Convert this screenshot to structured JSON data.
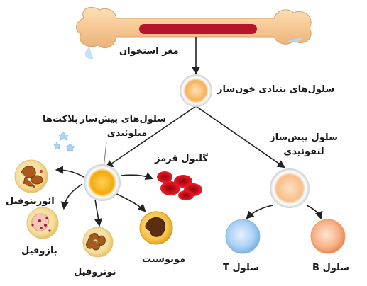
{
  "labels": {
    "bone_marrow": "مغز استخوان",
    "hematopoietic_stem_cell": "سلول‌های بنیادی خون‌ساز",
    "myeloid_progenitor_line1": "سلول‌های پیش‌ساز",
    "myeloid_progenitor_line2": "میلوئیدی",
    "lymphoid_progenitor_line1": "سلول پیش‌ساز",
    "lymphoid_progenitor_line2": "لنفوئیدی",
    "platelets": "پلاکت‌ها",
    "red_blood_cell": "گلبول قرمز",
    "eosinophil": "ائوزینوفیل",
    "basophil": "بازوفیل",
    "neutrophil": "نوتروفیل",
    "monocyte": "مونوسیت",
    "t_cell": "سلول T",
    "b_cell": "سلول B"
  },
  "colors": {
    "bone": "#f6c894",
    "marrow": "#b3162d",
    "stem_cell": "#f8b057",
    "myeloid_cell": "#f7b20e",
    "lymphoid_cell": "#f8c290",
    "t_cell": "#aed2f5",
    "b_cell": "#f7b184",
    "red_cell": "#d8101c",
    "platelet": "#a9d4f2",
    "arrow": "#222222"
  }
}
